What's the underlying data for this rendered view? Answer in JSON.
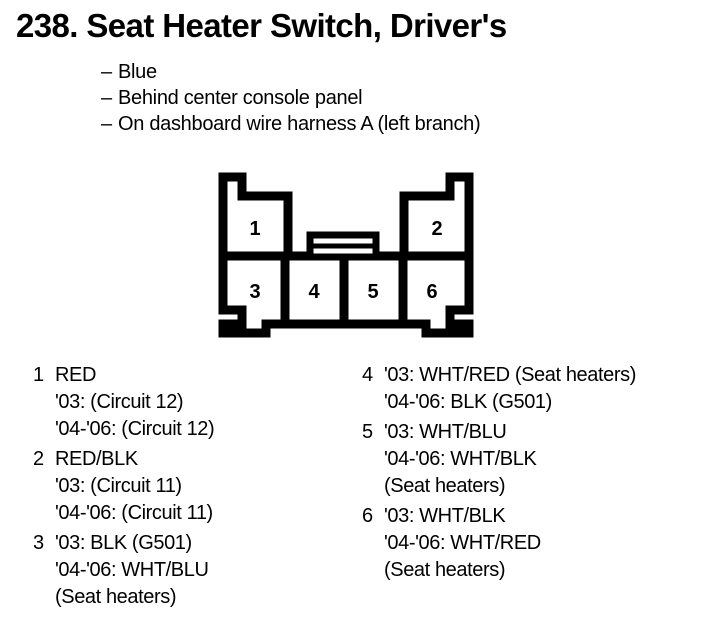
{
  "header": {
    "number": "238.",
    "title": "Seat Heater Switch, Driver's",
    "full_title": "238.  Seat Heater Switch, Driver's",
    "specs": [
      {
        "dash": "–",
        "text": "Blue"
      },
      {
        "dash": "–",
        "text": "Behind center console panel"
      },
      {
        "dash": "–",
        "text": "On dashboard wire harness A (left branch)"
      }
    ]
  },
  "connector": {
    "name": "6-pin connector",
    "top_row_pins": [
      "1",
      "2"
    ],
    "bottom_row_pins": [
      "3",
      "4",
      "5",
      "6"
    ],
    "latch_label": "center-latch-tab",
    "stroke_color": "#000000",
    "fill_color": "#ffffff"
  },
  "pin_legend": {
    "left_column": [
      {
        "index": "1",
        "lines": [
          "RED",
          "'03: (Circuit 12)",
          "'04-'06: (Circuit 12)"
        ]
      },
      {
        "index": "2",
        "lines": [
          "RED/BLK",
          "'03: (Circuit 11)",
          "'04-'06: (Circuit 11)"
        ]
      },
      {
        "index": "3",
        "lines": [
          "'03: BLK (G501)",
          "'04-'06: WHT/BLU",
          "(Seat heaters)"
        ]
      }
    ],
    "right_column": [
      {
        "index": "4",
        "lines": [
          "'03: WHT/RED (Seat heaters)",
          "'04-'06: BLK (G501)"
        ]
      },
      {
        "index": "5",
        "lines": [
          "'03: WHT/BLU",
          "'04-'06: WHT/BLK",
          "(Seat heaters)"
        ]
      },
      {
        "index": "6",
        "lines": [
          "'03: WHT/BLK",
          "'04-'06: WHT/RED",
          "(Seat heaters)"
        ]
      }
    ]
  }
}
